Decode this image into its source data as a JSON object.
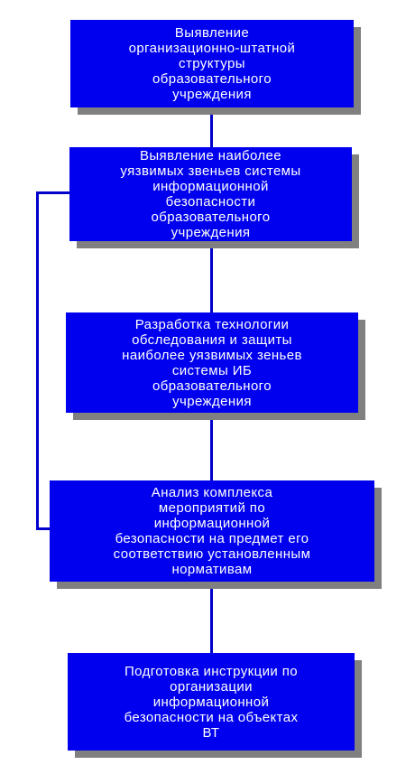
{
  "diagram": {
    "colors": {
      "box": "#0000ee",
      "text": "#ffffff",
      "shadow": "#808080",
      "connector": "#0000cc"
    },
    "boxes": [
      {
        "id": "b1",
        "text": "Выявление\nорганизационно-штатной\nструктуры\nобразовательного\nучреждения"
      },
      {
        "id": "b2",
        "text": "Выявление наиболее\nуязвимых звеньев системы\nинформационной\nбезопасности\nобразовательного\nучреждения"
      },
      {
        "id": "b3",
        "text": "Разработка технологии\nобследования и защиты\nнаиболее уязвимых зеньев\nсистемы ИБ\nобразовательного\nучреждения"
      },
      {
        "id": "b4",
        "text": "Анализ комплекса\nмероприятий по\nинформационной\nбезопасности на предмет его\nсоответствию установленным\nнормативам"
      },
      {
        "id": "b5",
        "text": "Подготовка инструкции по\nорганизации\nинформационной\nбезопасности на объектах\nВТ"
      }
    ]
  }
}
